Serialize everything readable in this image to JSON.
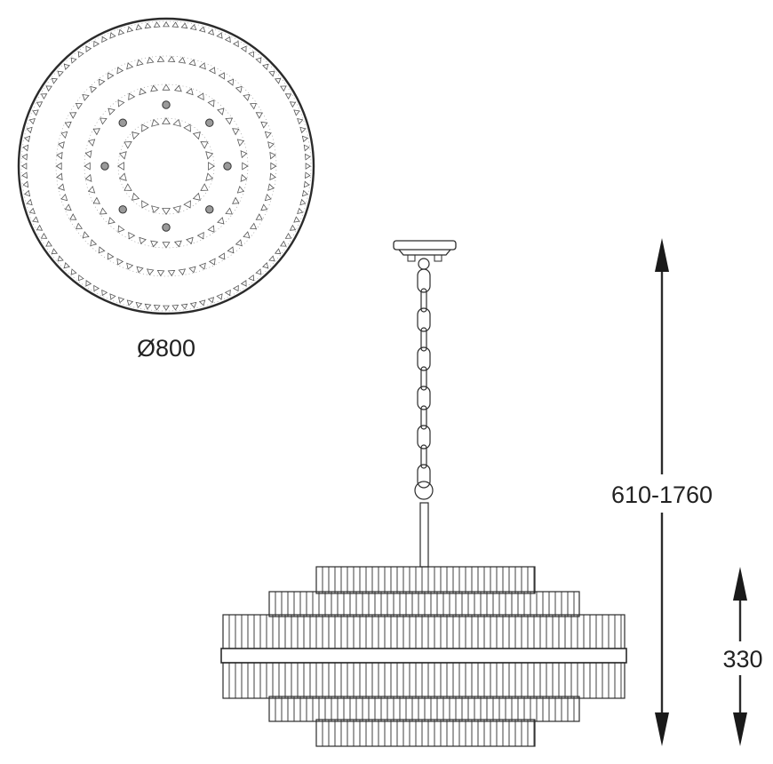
{
  "diagram": {
    "top_view": {
      "diameter_label": "Ø800"
    },
    "side_view": {
      "height_total_label": "610-1760",
      "shade_height_label": "330"
    }
  },
  "colors": {
    "line": "#2b2b2b",
    "background": "#ffffff"
  }
}
